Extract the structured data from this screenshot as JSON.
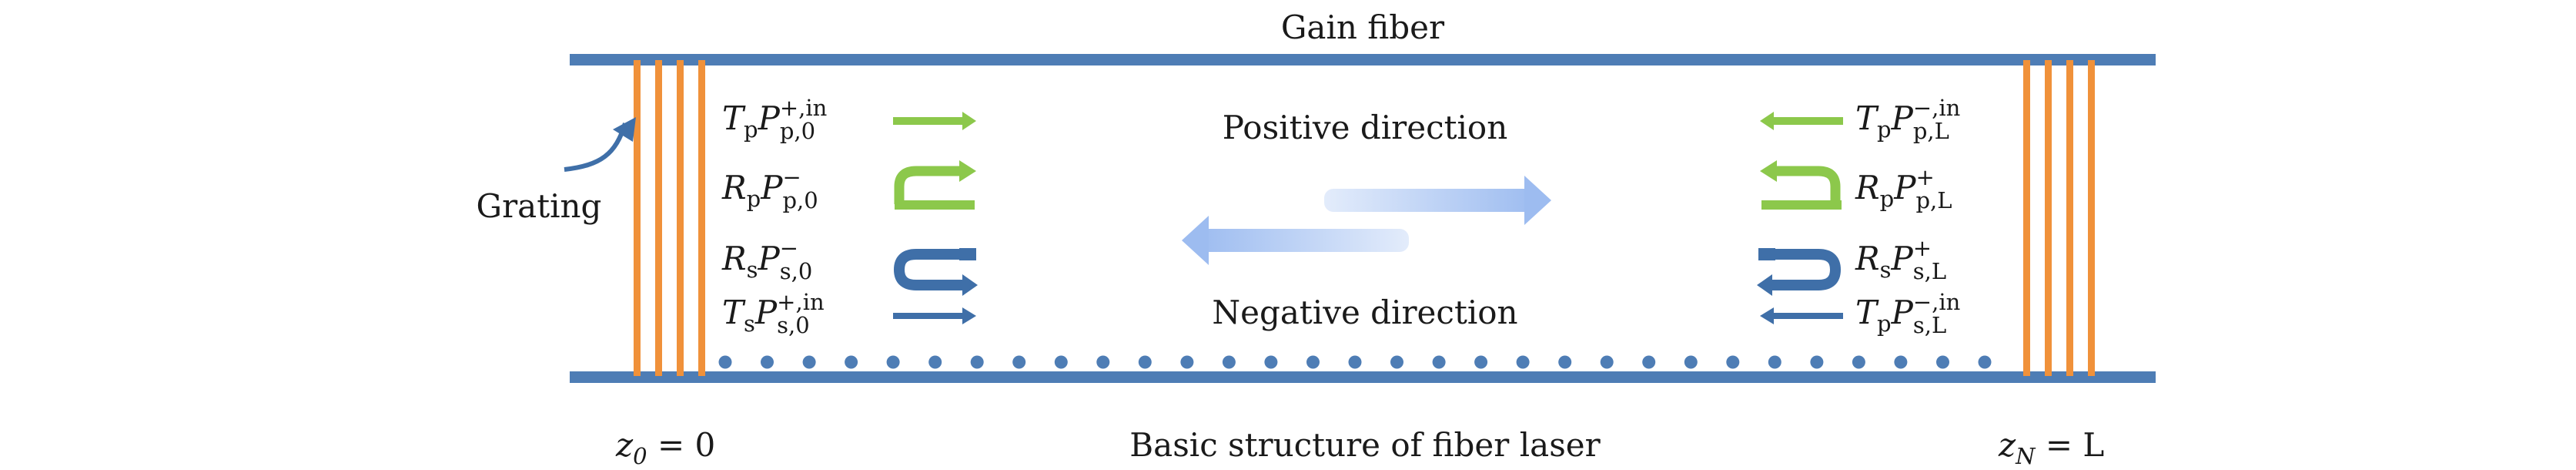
{
  "title": "Gain fiber",
  "caption": "Basic structure of fiber laser",
  "grating_label": "Grating",
  "positive_label": "Positive direction",
  "negative_label": "Negative direction",
  "z_left": {
    "var": "z",
    "sub": "0",
    "rest": " = 0"
  },
  "z_right": {
    "var": "z",
    "sub": "N",
    "rest": " = L"
  },
  "left_terms": [
    {
      "coef": "T",
      "coef_sub": "p",
      "sub": "p,0",
      "sup": "+,in",
      "arrow": "straight-right",
      "color": "green"
    },
    {
      "coef": "R",
      "coef_sub": "p",
      "sub": "p,0",
      "sup": "−",
      "arrow": "u-turn",
      "color": "green"
    },
    {
      "coef": "R",
      "coef_sub": "s",
      "sub": "s,0",
      "sup": "−",
      "arrow": "u-turn",
      "color": "blue"
    },
    {
      "coef": "T",
      "coef_sub": "s",
      "sub": "s,0",
      "sup": "+,in",
      "arrow": "straight-right",
      "color": "blue"
    }
  ],
  "right_terms": [
    {
      "coef": "T",
      "coef_sub": "p",
      "sub": "p,L",
      "sup": "−,in",
      "arrow": "straight-left",
      "color": "green"
    },
    {
      "coef": "R",
      "coef_sub": "p",
      "sub": "p,L",
      "sup": "+",
      "arrow": "u-turn",
      "color": "green"
    },
    {
      "coef": "R",
      "coef_sub": "s",
      "sub": "s,L",
      "sup": "+",
      "arrow": "u-turn",
      "color": "blue"
    },
    {
      "coef": "T",
      "coef_sub": "p",
      "sub": "s,L",
      "sup": "−,in",
      "arrow": "straight-left",
      "color": "blue"
    }
  ],
  "colors": {
    "fiber": "#4e7db5",
    "grating": "#f0913a",
    "green": "#8cc84b",
    "blue": "#3f6fa8",
    "gradient_light": "#dbe7fb",
    "gradient_mid": "#a8c4f2"
  },
  "dots_count": 31
}
